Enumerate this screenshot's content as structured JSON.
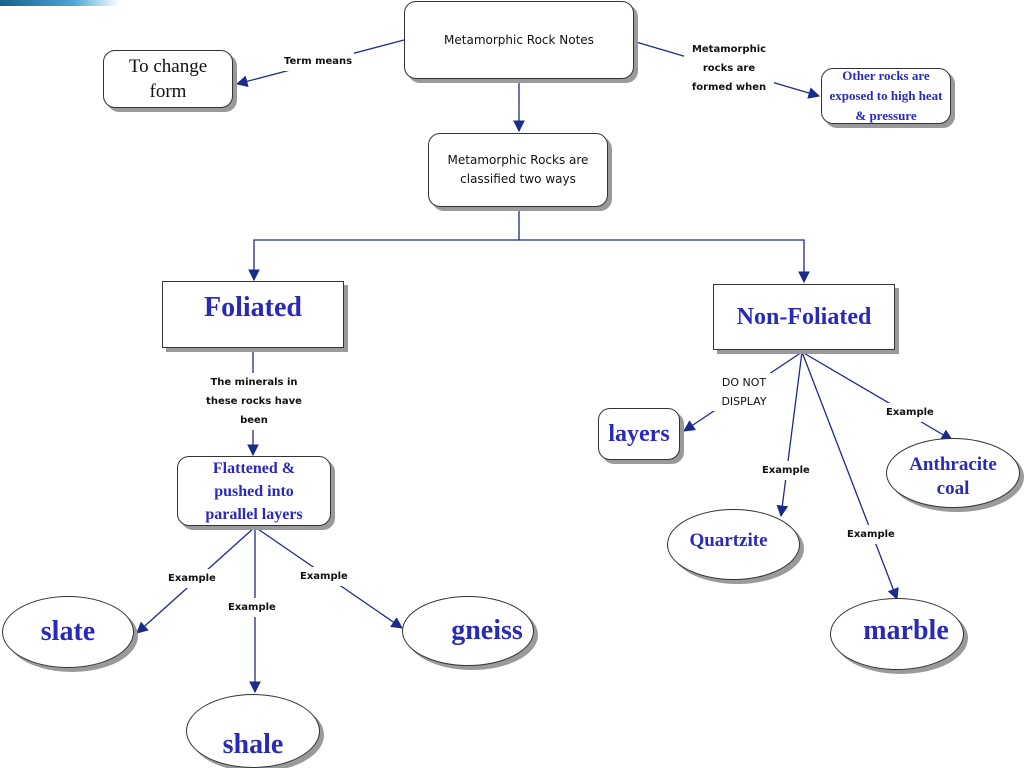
{
  "nodes": {
    "root": "Metamorphic Rock Notes",
    "change_form": "To change form",
    "conditions": "Other rocks are exposed to high heat & pressure",
    "classified": "Metamorphic Rocks are classified two ways",
    "foliated": "Foliated",
    "non_foliated": "Non-Foliated",
    "flattened": "Flattened & pushed into parallel layers",
    "slate": "slate",
    "shale": "shale",
    "gneiss": "gneiss",
    "layers": "layers",
    "quartzite": "Quartzite",
    "anthracite": "Anthracite coal",
    "marble": "marble"
  },
  "edge_labels": {
    "term_means": "Term means",
    "formed_when": "Metamorphic rocks are formed when",
    "minerals": "The minerals in these rocks have been",
    "do_not_display": "DO NOT DISPLAY",
    "example": "Example"
  },
  "colors": {
    "line": "#1c2a8a",
    "blue_text": "#2a2ab8",
    "shadow": "#9a9a9a"
  }
}
